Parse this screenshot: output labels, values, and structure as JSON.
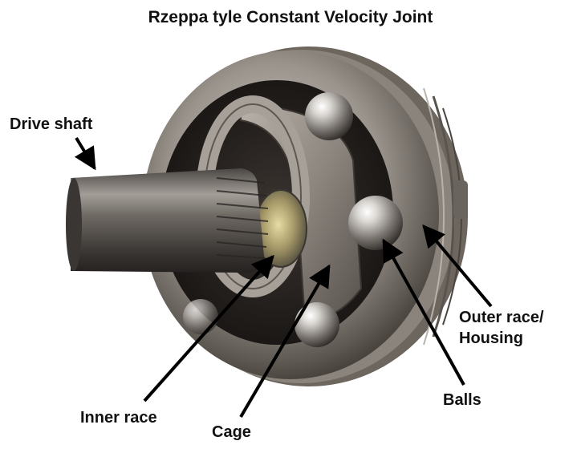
{
  "title": "Rzeppa tyle Constant Velocity Joint",
  "labels": {
    "drive_shaft": "Drive shaft",
    "inner_race": "Inner race",
    "cage": "Cage",
    "balls": "Balls",
    "outer_race_line1": "Outer race/",
    "outer_race_line2": "Housing"
  },
  "colors": {
    "background": "#ffffff",
    "metal_dark": "#2a2624",
    "metal_mid": "#8a8580",
    "metal_light": "#d8d4cf",
    "leader_line": "#000000"
  }
}
